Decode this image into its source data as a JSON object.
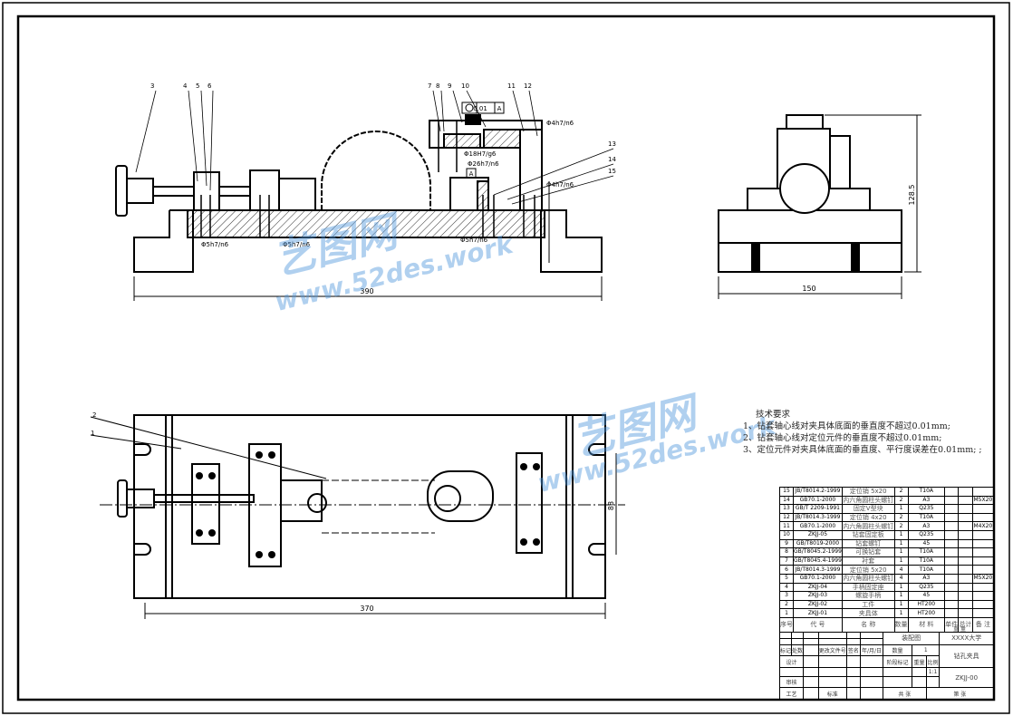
{
  "drawing": {
    "front_view": {
      "callouts": [
        "3",
        "4",
        "5",
        "6",
        "7",
        "8",
        "9",
        "10",
        "11",
        "12",
        "13",
        "14",
        "15"
      ],
      "fits": [
        "Φ5h7/n6",
        "Φ5h7/n6",
        "Φ5h7/n6",
        "Φ4h7/n6",
        "Φ4h7/n6",
        "Φ18H7/g6",
        "Φ26h7/n6"
      ],
      "tolerance": {
        "value": "0.01",
        "datum": "A"
      },
      "datum_label": "A",
      "dimension": "390"
    },
    "side_view": {
      "width_dim": "150",
      "height_dim": "128.5"
    },
    "top_view": {
      "callouts": [
        "2",
        "1"
      ],
      "length_dim": "370",
      "width_dim": "88"
    }
  },
  "technical_requirements": {
    "title": "技术要求",
    "items": [
      "1、钻套轴心线对夹具体底面的垂直度不超过0.01mm;",
      "2、钻套轴心线对定位元件的垂直度不超过0.01mm;",
      "3、定位元件对夹具体底面的垂直度、平行度误差在0.01mm; ;"
    ]
  },
  "bom": {
    "rows": [
      {
        "no": "15",
        "code": "JB/T8014.2-1999",
        "name": "定位销 5x20",
        "qty": "2",
        "material": "T10A",
        "unit": "",
        "total": "",
        "remark": ""
      },
      {
        "no": "14",
        "code": "GB70.1-2000",
        "name": "内六角圆柱头螺钉",
        "qty": "2",
        "material": "A3",
        "unit": "",
        "total": "",
        "remark": "M5X20"
      },
      {
        "no": "13",
        "code": "GB/T 2209-1991",
        "name": "固定V型块",
        "qty": "1",
        "material": "Q235",
        "unit": "",
        "total": "",
        "remark": ""
      },
      {
        "no": "12",
        "code": "JB/T8014.3-1999",
        "name": "定位销 4x20",
        "qty": "2",
        "material": "T10A",
        "unit": "",
        "total": "",
        "remark": ""
      },
      {
        "no": "11",
        "code": "GB70.1-2000",
        "name": "内六角圆柱头螺钉",
        "qty": "2",
        "material": "A3",
        "unit": "",
        "total": "",
        "remark": "M4X20"
      },
      {
        "no": "10",
        "code": "ZKJJ-05",
        "name": "钻套固定板",
        "qty": "1",
        "material": "Q235",
        "unit": "",
        "total": "",
        "remark": ""
      },
      {
        "no": "9",
        "code": "GB/T8019-2000",
        "name": "钻套螺钉",
        "qty": "1",
        "material": "45",
        "unit": "",
        "total": "",
        "remark": ""
      },
      {
        "no": "8",
        "code": "GB/T8045.2-1999",
        "name": "可换钻套",
        "qty": "1",
        "material": "T10A",
        "unit": "",
        "total": "",
        "remark": ""
      },
      {
        "no": "7",
        "code": "GB/T8045.4-1999",
        "name": "衬套",
        "qty": "1",
        "material": "T10A",
        "unit": "",
        "total": "",
        "remark": ""
      },
      {
        "no": "6",
        "code": "JB/T8014.3-1999",
        "name": "定位销 5x20",
        "qty": "4",
        "material": "T10A",
        "unit": "",
        "total": "",
        "remark": ""
      },
      {
        "no": "5",
        "code": "GB70.1-2000",
        "name": "内六角圆柱头螺钉",
        "qty": "4",
        "material": "A3",
        "unit": "",
        "total": "",
        "remark": "M5X20"
      },
      {
        "no": "4",
        "code": "ZKJJ-04",
        "name": "手柄固定座",
        "qty": "1",
        "material": "Q235",
        "unit": "",
        "total": "",
        "remark": ""
      },
      {
        "no": "3",
        "code": "ZKJJ-03",
        "name": "螺旋手柄",
        "qty": "1",
        "material": "45",
        "unit": "",
        "total": "",
        "remark": ""
      },
      {
        "no": "2",
        "code": "ZKJJ-02",
        "name": "工件",
        "qty": "1",
        "material": "HT200",
        "unit": "",
        "total": "",
        "remark": ""
      },
      {
        "no": "1",
        "code": "ZKJJ-01",
        "name": "夹具体",
        "qty": "1",
        "material": "HT200",
        "unit": "",
        "total": "",
        "remark": ""
      }
    ],
    "header": {
      "no": "序号",
      "code": "代  号",
      "name": "名  称",
      "qty": "数量",
      "material": "材  料",
      "unit": "单件",
      "total": "总计",
      "weight": "重  量",
      "remark": "备 注"
    }
  },
  "title_block": {
    "drawing_name": "装配图",
    "school": "XXXX大学",
    "part_name": "钻孔夹具",
    "drawing_no": "ZKJJ-00",
    "quantity_label": "数量",
    "quantity": "1",
    "stage_label": "阶段标记",
    "weight_label": "重量",
    "scale_label": "比例",
    "scale": "1:1",
    "sheets_label": "共  张",
    "sheet_label": "第  张",
    "mark_label": "标记",
    "count_label": "处数",
    "doc_label": "更改文件号",
    "sign_label": "签名",
    "date_label": "年/月/日",
    "design_label": "设计",
    "review_label": "审核",
    "process_label": "工艺",
    "std_label": "标准"
  },
  "watermark": {
    "logo_text": "艺图网",
    "url": "www.52des.work"
  },
  "colors": {
    "line": "#000000",
    "watermark": "#5096dc"
  }
}
